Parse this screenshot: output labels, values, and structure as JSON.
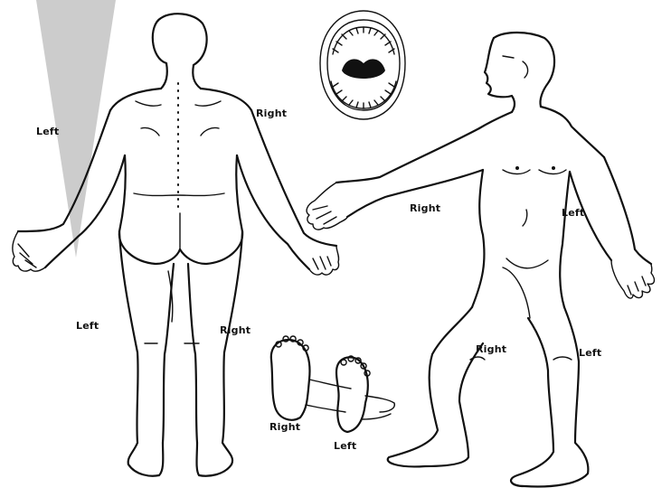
{
  "labels": {
    "back_left_side": "Left",
    "back_right_shoulder": "Right",
    "back_left_leg": "Left",
    "back_right_leg": "Right",
    "front_right_arm": "Right",
    "front_left_hip": "Left",
    "front_right_knee": "Right",
    "front_left_knee": "Left",
    "feet_right": "Right",
    "feet_left": "Left"
  },
  "colors": {
    "line": "#111111",
    "tongue": "#111111",
    "wedge": "#cccccc",
    "background": "#ffffff"
  }
}
